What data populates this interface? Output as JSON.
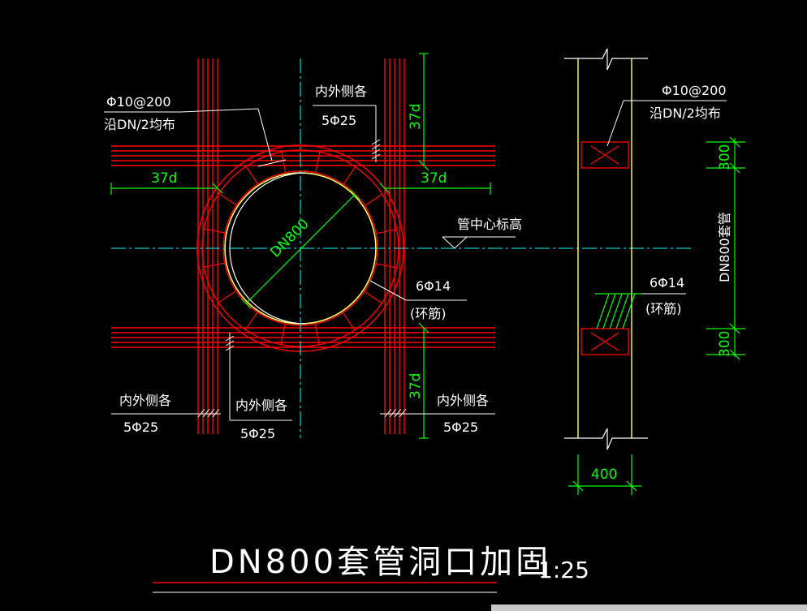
{
  "labels": {
    "stirrup_spec": "Φ10@200",
    "stirrup_note": "沿DN/2均布",
    "each_side": "内外侧各",
    "bars_5_25": "5Φ25",
    "anchor_37d": "37d",
    "pipe_center_elev": "管中心标高",
    "ring_bars": "6Φ14",
    "ring_bars_note": "(环筋)",
    "pipe_dn": "DN800",
    "sleeve_label": "DN800套管",
    "dim_300": "300",
    "dim_400": "400"
  },
  "title": {
    "main": "DN800套管洞口加固",
    "scale": "1:25"
  },
  "colors": {
    "rebar": "#ff0000",
    "pipe": "#ffff66",
    "dimension": "#00ff00",
    "centerline": "#00ffff",
    "wall": "#ffff66",
    "text": "#ffffff"
  }
}
